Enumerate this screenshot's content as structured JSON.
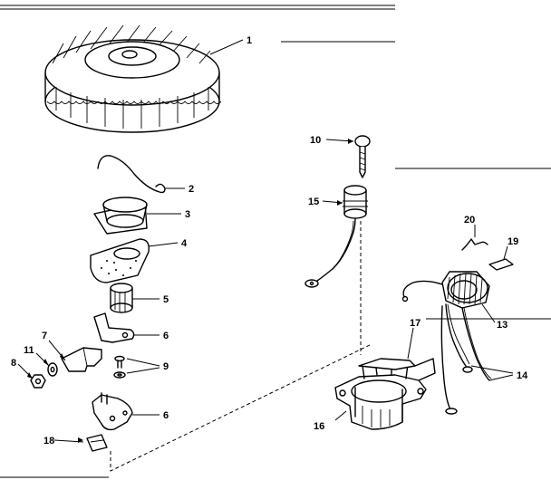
{
  "labels": {
    "p1": "1",
    "p2": "2",
    "p3": "3",
    "p4": "4",
    "p5": "5",
    "p6a": "6",
    "p6b": "6",
    "p7": "7",
    "p8": "8",
    "p9": "9",
    "p10": "10",
    "p11": "11",
    "p13": "13",
    "p14": "14",
    "p15": "15",
    "p16": "16",
    "p17": "17",
    "p18": "18",
    "p19": "19",
    "p20": "20"
  }
}
